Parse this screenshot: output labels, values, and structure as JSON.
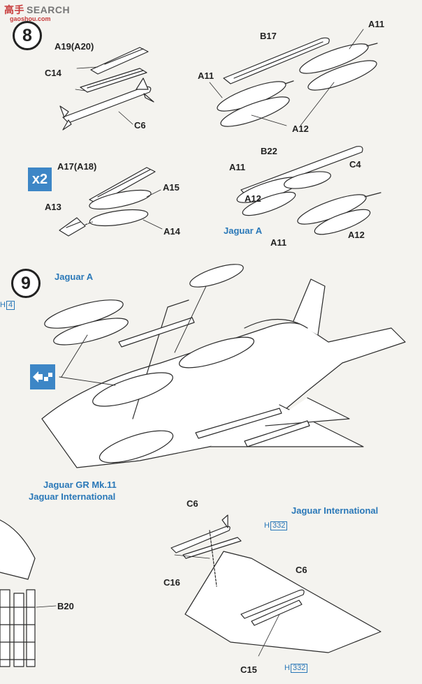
{
  "watermark": {
    "cn": "高手",
    "brand": "SEARCH",
    "site": "gaoshou.com"
  },
  "step8": {
    "number": "8",
    "multiplier": "x2",
    "labels": {
      "a19": "A19(A20)",
      "c14": "C14",
      "c6": "C6",
      "b17": "B17",
      "a11_top_right": "A11",
      "a11_top_left": "A11",
      "a12_top": "A12",
      "a17": "A17(A18)",
      "a15": "A15",
      "a13": "A13",
      "a14": "A14",
      "b22": "B22",
      "a11_mid": "A11",
      "c4": "C4",
      "a12_mid_left": "A12",
      "a11_bottom": "A11",
      "a12_mid_right": "A12"
    },
    "variant_caption": "Jaguar A"
  },
  "step9": {
    "number": "9",
    "variant_top": "Jaguar A",
    "variant_bottom_1": "Jaguar GR Mk.11",
    "variant_bottom_2": "Jaguar International",
    "side_ref": "H",
    "side_ref_num": "4"
  },
  "lower": {
    "variant": "Jaguar International",
    "c6_top": "C6",
    "c16": "C16",
    "c6_right": "C6",
    "c15": "C15",
    "b20": "B20",
    "ref_letter": "H",
    "ref_num_1": "332",
    "ref_num_2": "332"
  },
  "colors": {
    "accent": "#3d86c6",
    "ink": "#222222",
    "paper": "#f4f3ef"
  }
}
